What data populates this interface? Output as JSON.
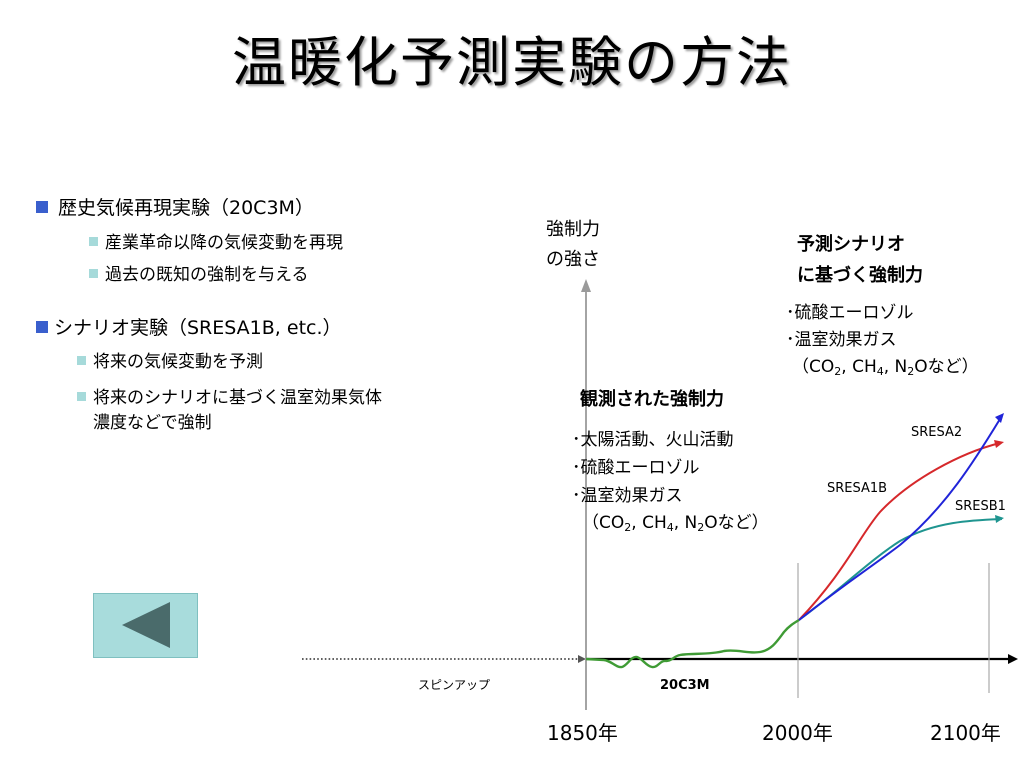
{
  "title": "温暖化予測実験の方法",
  "bullets": [
    {
      "label": "歴史気候再現実験（20C3M）",
      "subs": [
        "産業革命以降の気候変動を再現",
        "過去の既知の強制を与える"
      ]
    },
    {
      "label": "シナリオ実験（SRESA1B, etc.）",
      "subs": [
        "将来の気候変動を予測",
        "将来のシナリオに基づく温室効果気体",
        "濃度などで強制"
      ]
    }
  ],
  "diagram": {
    "y_axis_label_line1": "強制力",
    "y_axis_label_line2": "の強さ",
    "observed": {
      "heading": "観測された強制力",
      "items": [
        "･太陽活動、火山活動",
        "･硫酸エーロゾル",
        "･温室効果ガス"
      ],
      "gases": {
        "open": "（CO",
        "co2_sub": "2",
        "sep1": ", CH",
        "ch4_sub": "4",
        "sep2": ", N",
        "n2o_sub": "2",
        "close": "Oなど）"
      }
    },
    "scenario": {
      "heading_line1": "予測シナリオ",
      "heading_line2": "に基づく強制力",
      "items": [
        "･硫酸エーロゾル",
        "･温室効果ガス"
      ],
      "gases": {
        "open": "（CO",
        "co2_sub": "2",
        "sep1": ", CH",
        "ch4_sub": "4",
        "sep2": ", N",
        "n2o_sub": "2",
        "close": "Oなど）"
      }
    },
    "series_labels": {
      "sresa2": "SRESA2",
      "sresa1b": "SRESA1B",
      "sresb1": "SRESB1"
    },
    "spinup_label": "スピンアップ",
    "c20_label": "20C3M",
    "x_ticks": [
      "1850年",
      "2000年",
      "2100年"
    ],
    "colors": {
      "c20": "#3f9b35",
      "sresa2": "#d6282b",
      "sresa1b": "#2024d8",
      "sresb1": "#1f9590"
    }
  },
  "nav": {
    "back_icon": "triangle-left-icon"
  }
}
